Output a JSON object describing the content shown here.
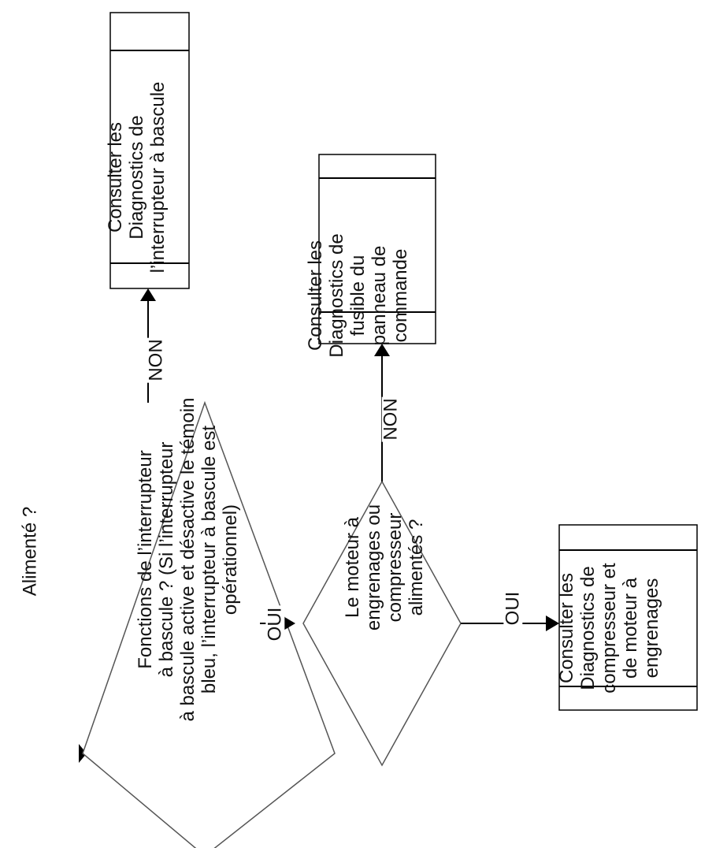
{
  "start": {
    "label": "Alimenté ?"
  },
  "decisions": [
    {
      "id": "rocker",
      "lines": [
        "Fonctions de l’interrupteur",
        "à bascule ? (Si l’interrupteur",
        "à bascule active et désactive le témoin",
        "bleu, l’interrupteur à bascule est",
        "opérationnel)"
      ]
    },
    {
      "id": "motor",
      "lines": [
        "Le moteur à",
        "engrenages ou",
        "compresseur",
        "alimentés ?"
      ]
    }
  ],
  "actions": [
    {
      "id": "rocker-diag",
      "lines": [
        "Consulter les",
        "Diagnostics de",
        "l’interrupteur à bascule"
      ]
    },
    {
      "id": "fuse-diag",
      "lines": [
        "Consulter les",
        "Diagnostics de",
        "fusible du",
        "panneau de",
        "commande"
      ]
    },
    {
      "id": "compressor-diag",
      "lines": [
        "Consulter les",
        "Diagnostics de",
        "compresseur et",
        "de moteur à",
        "engrenages"
      ]
    }
  ],
  "connectors": {
    "no1": "NON",
    "yes1": "OUI",
    "no2": "NON",
    "yes2": "OUI"
  }
}
